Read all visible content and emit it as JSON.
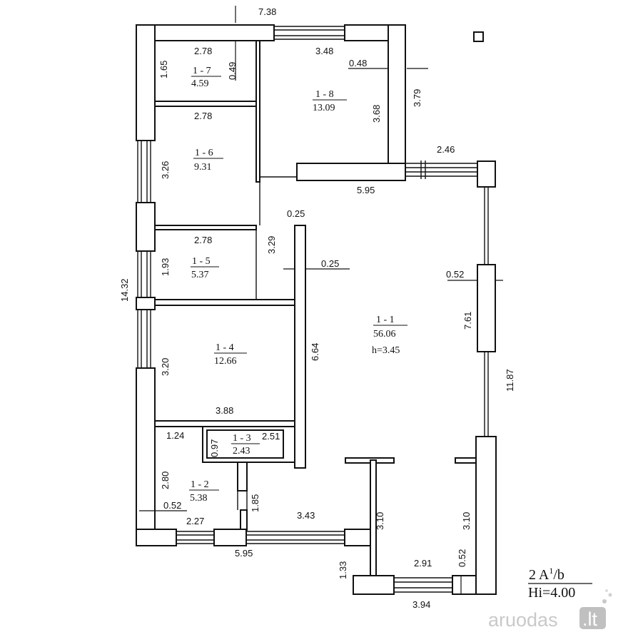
{
  "rooms": [
    {
      "id": "1 - 1",
      "area": "56.06",
      "height": "h=3.45"
    },
    {
      "id": "1 - 2",
      "area": "5.38"
    },
    {
      "id": "1 - 3",
      "area": "2.43"
    },
    {
      "id": "1 - 4",
      "area": "12.66"
    },
    {
      "id": "1 - 5",
      "area": "5.37"
    },
    {
      "id": "1 - 6",
      "area": "9.31"
    },
    {
      "id": "1 - 7",
      "area": "4.59"
    },
    {
      "id": "1 - 8",
      "area": "13.09"
    }
  ],
  "dimensions": {
    "top_total": "7.38",
    "r7_width": "2.78",
    "r7_height": "1.65",
    "r7_inner": "0.49",
    "r8_width": "3.48",
    "r8_inner": "0.48",
    "r8_height": "3.68",
    "r8_outer": "3.79",
    "r8_bottom": "5.95",
    "r6_width": "2.78",
    "r6_height": "3.26",
    "r5_width": "2.78",
    "r5_height": "1.93",
    "r5_wall": "3.29",
    "left_total": "14.32",
    "wall_top": "0.25",
    "wall_mid": "0.25",
    "r4_height": "3.20",
    "r4_width": "3.88",
    "r4_wall": "6.64",
    "r2_top": "1.24",
    "r3_height": "0.97",
    "r3_width": "2.51",
    "r2_height": "2.80",
    "r2_left": "0.52",
    "r2_bottom": "2.27",
    "r2_door": "1.85",
    "bottom_mid": "3.43",
    "bottom_total": "5.95",
    "ledge_left": "1.33",
    "ent_left": "3.10",
    "ent_right": "3.10",
    "ent_inner": "2.91",
    "ent_wall": "0.52",
    "ent_total": "3.94",
    "right_top": "2.46",
    "right_inner": "0.52",
    "right_window": "7.61",
    "right_total": "11.87"
  },
  "classification": {
    "line1": "2 A",
    "sup": "1",
    "line1_end": "/b",
    "line2": "Hi=4.00"
  },
  "watermark": {
    "part1": "aruodas",
    "part2": ".lt"
  }
}
